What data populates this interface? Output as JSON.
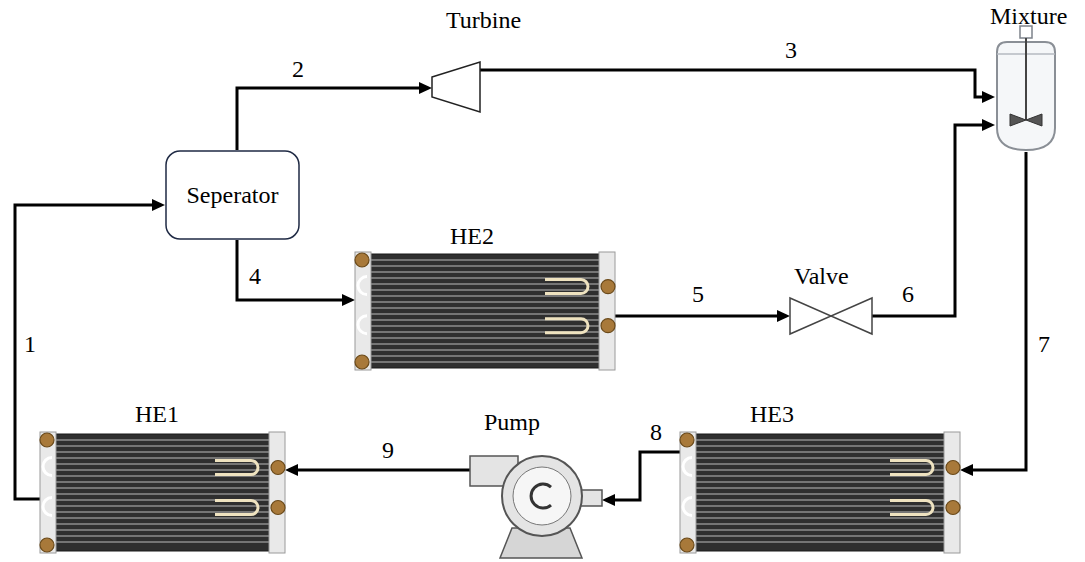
{
  "diagram": {
    "nodes": [
      {
        "text": [
          "Turbine"
        ]
      },
      {
        "text": [
          "Mixture"
        ]
      },
      {
        "text": [
          "Seperator"
        ]
      },
      {
        "text": [
          "HE2"
        ]
      },
      {
        "text": [
          "Valve"
        ]
      },
      {
        "text": [
          "HE1"
        ]
      },
      {
        "text": [
          "Pump"
        ]
      },
      {
        "text": [
          "HE3"
        ]
      }
    ],
    "edges": [
      {
        "from": 5,
        "to": 2,
        "arrow": "to",
        "label": "1"
      },
      {
        "from": 2,
        "to": 0,
        "arrow": "to",
        "label": "2"
      },
      {
        "from": 0,
        "to": 1,
        "arrow": "to",
        "label": "3"
      },
      {
        "from": 2,
        "to": 3,
        "arrow": "to",
        "label": "4"
      },
      {
        "from": 3,
        "to": 4,
        "arrow": "to",
        "label": "5"
      },
      {
        "from": 4,
        "to": 1,
        "arrow": "to",
        "label": "6"
      },
      {
        "from": 1,
        "to": 7,
        "arrow": "to",
        "label": "7"
      },
      {
        "from": 7,
        "to": 6,
        "arrow": "to",
        "label": "8"
      },
      {
        "from": 6,
        "to": 5,
        "arrow": "to",
        "label": "9"
      }
    ]
  }
}
